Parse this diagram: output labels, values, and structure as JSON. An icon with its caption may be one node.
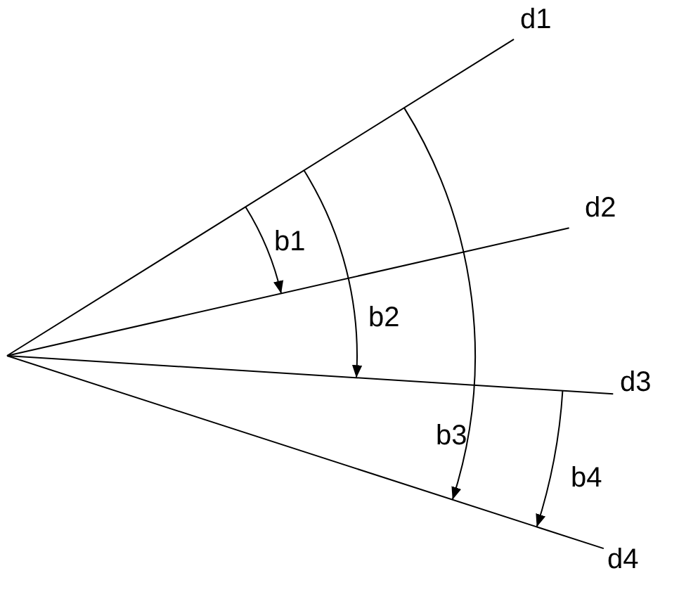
{
  "diagram": {
    "labels": [
      "d1",
      "d2",
      "b1",
      "b2",
      "d3",
      "b3",
      "b4",
      "d4"
    ]
  }
}
